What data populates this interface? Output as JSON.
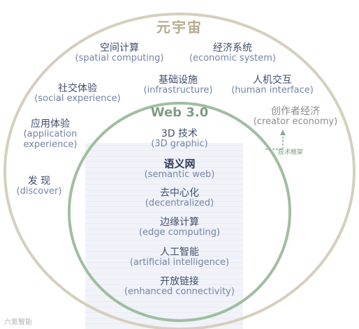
{
  "title_outer": "元宇宙",
  "title_inner": "Web 3.0",
  "outer_items": [
    {
      "cn": "空间计算",
      "en": "(spatial computing)"
    },
    {
      "cn": "经济系统",
      "en": "(economic system)"
    },
    {
      "cn": "社交体验",
      "en": "(social experience)"
    },
    {
      "cn": "基础设施",
      "en": "(infrastructure)"
    },
    {
      "cn": "人机交互",
      "en": "(human interface)"
    },
    {
      "cn": "应用体验",
      "en": "(application",
      "en2": "experience)"
    },
    {
      "cn": "发 现",
      "en": "(discover)"
    }
  ],
  "creator_item": {
    "cn": "创作者经济",
    "en": "(creator economy)"
  },
  "connector_label": "技术框架",
  "inner_items": [
    {
      "cn": "3D 技术",
      "en": "(3D graphic)"
    },
    {
      "cn": "语义网",
      "en": "(semantic web)"
    },
    {
      "cn": "去中心化",
      "en": "(decentralized)"
    },
    {
      "cn": "边缘计算",
      "en": "(edge computing)"
    },
    {
      "cn": "人工智能",
      "en": "(artificial intelligence)"
    },
    {
      "cn": "开放链接",
      "en": "(enhanced connectivity)"
    }
  ],
  "watermark": "六氪智能",
  "colors": {
    "outer_ring": "#d6cfbd",
    "inner_ring": "#9fbe9f",
    "text_dark": "#3f4d6e",
    "text_light": "#7383a8",
    "connector": "#7fae88"
  }
}
